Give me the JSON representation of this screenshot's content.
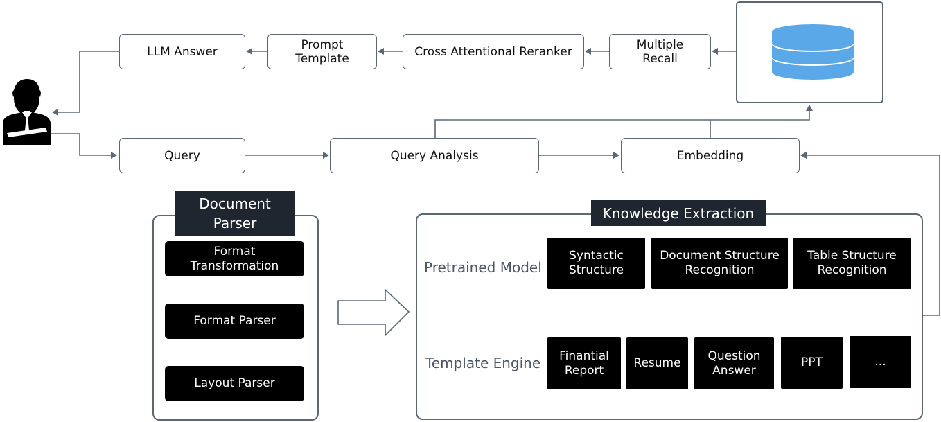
{
  "diagram": {
    "top_row": {
      "llm_answer": "LLM Answer",
      "prompt_template": "Prompt\nTemplate",
      "reranker": "Cross Attentional Reranker",
      "multiple_recall": "Multiple\nRecall"
    },
    "query_row": {
      "query": "Query",
      "query_analysis": "Query Analysis",
      "embedding": "Embedding"
    },
    "document_parser": {
      "title": "Document\nParser",
      "items": [
        "Format\nTransformation",
        "Format Parser",
        "Layout Parser"
      ]
    },
    "knowledge_extraction": {
      "title": "Knowledge Extraction",
      "pretrained_label": "Pretrained Model",
      "pretrained_items": [
        "Syntactic\nStructure",
        "Document Structure\nRecognition",
        "Table Structure\nRecognition"
      ],
      "template_label": "Template Engine",
      "template_items": [
        "Finantial\nReport",
        "Resume",
        "Question\nAnswer",
        "PPT",
        "..."
      ]
    },
    "colors": {
      "line": "#5b6676",
      "database": "#5aa8e8",
      "dark_box": "#000000",
      "panel_title": "#1f2630"
    },
    "icons": [
      "user-icon",
      "database-icon",
      "arrow-right-outline-icon"
    ]
  }
}
